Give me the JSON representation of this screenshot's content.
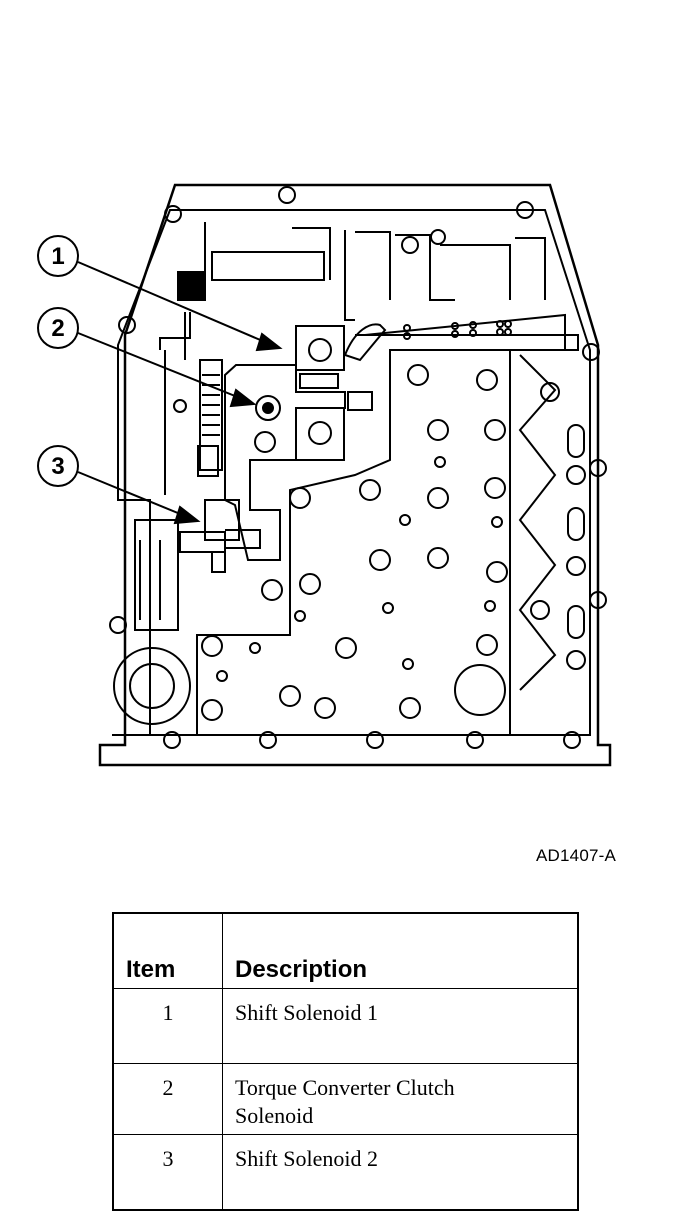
{
  "diagram": {
    "callouts": [
      {
        "number": "1",
        "target": "shift-solenoid-1"
      },
      {
        "number": "2",
        "target": "torque-converter-clutch-solenoid"
      },
      {
        "number": "3",
        "target": "shift-solenoid-2"
      }
    ]
  },
  "figure_id": "AD1407-A",
  "legend": {
    "headers": {
      "item": "Item",
      "description": "Description"
    },
    "rows": [
      {
        "item": "1",
        "description": "Shift Solenoid 1"
      },
      {
        "item": "2",
        "description_lines": [
          "Torque Converter Clutch",
          "Solenoid"
        ]
      },
      {
        "item": "3",
        "description": "Shift Solenoid 2"
      }
    ]
  }
}
